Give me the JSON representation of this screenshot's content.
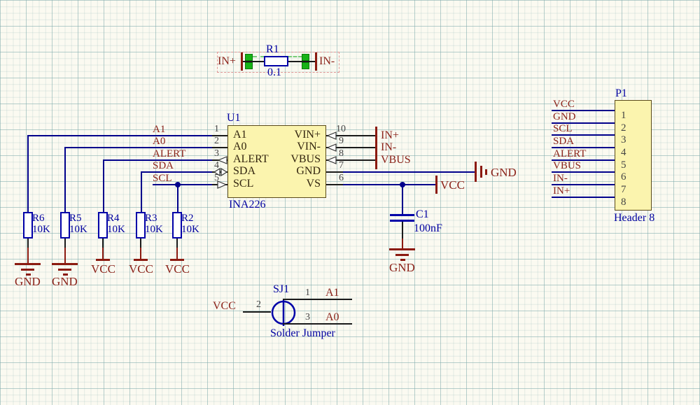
{
  "shunt": {
    "designator": "R1",
    "value": "0.1",
    "left_port": "IN+",
    "right_port": "IN-"
  },
  "u1": {
    "designator": "U1",
    "part": "INA226",
    "left_pins": [
      {
        "num": "1",
        "name": "A1"
      },
      {
        "num": "2",
        "name": "A0"
      },
      {
        "num": "3",
        "name": "ALERT"
      },
      {
        "num": "4",
        "name": "SDA"
      },
      {
        "num": "5",
        "name": "SCL"
      }
    ],
    "right_pins": [
      {
        "num": "10",
        "name": "VIN+"
      },
      {
        "num": "9",
        "name": "VIN-"
      },
      {
        "num": "8",
        "name": "VBUS"
      },
      {
        "num": "7",
        "name": "GND"
      },
      {
        "num": "6",
        "name": "VS"
      }
    ]
  },
  "net_labels": {
    "a1": "A1",
    "a0": "A0",
    "alert": "ALERT",
    "sda": "SDA",
    "scl": "SCL"
  },
  "ports": {
    "in_plus": "IN+",
    "in_minus": "IN-",
    "vbus": "VBUS",
    "vcc": "VCC",
    "gnd": "GND"
  },
  "resistors": [
    {
      "ref": "R6",
      "value": "10K",
      "net": "GND"
    },
    {
      "ref": "R5",
      "value": "10K",
      "net": "GND"
    },
    {
      "ref": "R4",
      "value": "10K",
      "net": "VCC"
    },
    {
      "ref": "R3",
      "value": "10K",
      "net": "VCC"
    },
    {
      "ref": "R2",
      "value": "10K",
      "net": "VCC"
    }
  ],
  "capacitor": {
    "ref": "C1",
    "value": "100nF",
    "net": "GND"
  },
  "header": {
    "designator": "P1",
    "type": "Header 8",
    "pins": [
      {
        "num": "1",
        "net": "VCC"
      },
      {
        "num": "2",
        "net": "GND"
      },
      {
        "num": "3",
        "net": "SCL"
      },
      {
        "num": "4",
        "net": "SDA"
      },
      {
        "num": "5",
        "net": "ALERT"
      },
      {
        "num": "6",
        "net": "VBUS"
      },
      {
        "num": "7",
        "net": "IN-"
      },
      {
        "num": "8",
        "net": "IN+"
      }
    ]
  },
  "jumper": {
    "designator": "SJ1",
    "type": "Solder Jumper",
    "pins": [
      {
        "num": "1",
        "net": "A1"
      },
      {
        "num": "2",
        "net": "VCC"
      },
      {
        "num": "3",
        "net": "A0"
      }
    ]
  },
  "colors": {
    "wire": "#00008B",
    "component_outline": "#0000A8",
    "designator_text": "#0000A0",
    "net_text": "#8C231A",
    "ic_fill": "#FBF4AE",
    "pad_green": "#17B317"
  }
}
